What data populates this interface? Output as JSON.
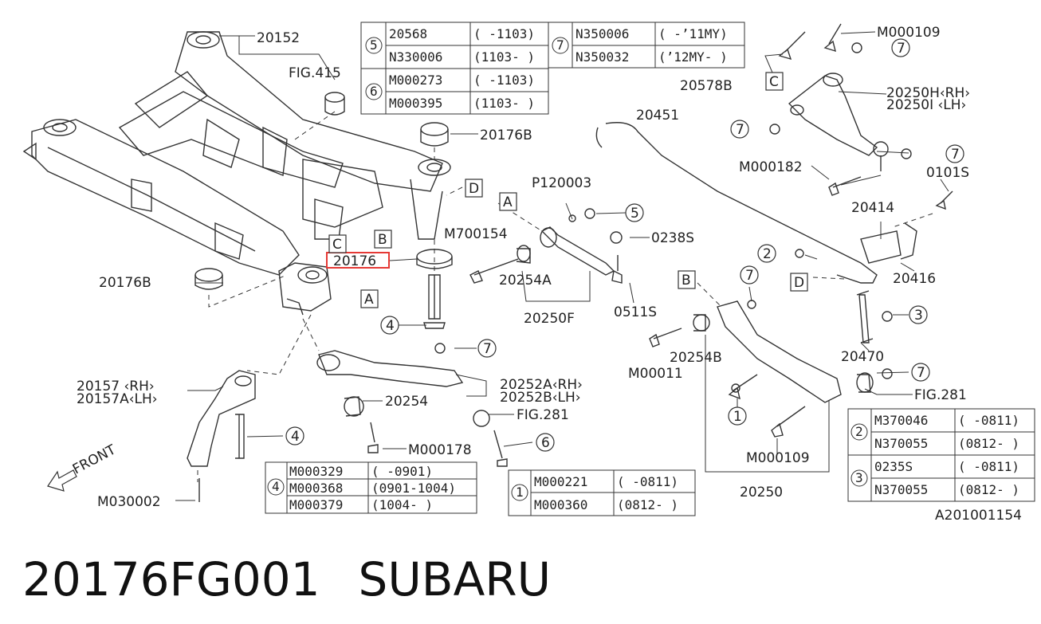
{
  "highlight": {
    "text": "20176",
    "color": "#e53935"
  },
  "labels": {
    "l20152": "20152",
    "fig415": "FIG.415",
    "l20176b_top": "20176B",
    "l20176b_left": "20176B",
    "p120003": "P120003",
    "m700154": "M700154",
    "l0238s": "0238S",
    "l20254a": "20254A",
    "l20250f": "20250F",
    "l0511s": "0511S",
    "l20451": "20451",
    "m000109_top": "M000109",
    "l20578b": "20578B",
    "l20250h": "20250H‹RH›",
    "l20250i": "20250I ‹LH›",
    "m000182": "M000182",
    "l0101s": "0101S",
    "l20414": "20414",
    "l20416": "20416",
    "l20157": "20157  ‹RH›",
    "l20157a": "20157A‹LH›",
    "m030002": "M030002",
    "l20254": "20254",
    "m000178": "M000178",
    "fig281_mid": "FIG.281",
    "l20252a": "20252A‹RH›",
    "l20252b": "20252B‹LH›",
    "m00011": "M00011",
    "l20254b": "20254B",
    "m000109_bot": "M000109",
    "l20250": "20250",
    "l20470": "20470",
    "fig281_right": "FIG.281",
    "front": "FRONT",
    "ref": "A201001154"
  },
  "letters": {
    "a1": "A",
    "a2": "A",
    "b1": "B",
    "b2": "B",
    "c1": "C",
    "c2": "C",
    "d1": "D",
    "d2": "D"
  },
  "tables": {
    "t57": {
      "idx5": "5",
      "idx6": "6",
      "idx7": "7",
      "r1": [
        "20568",
        "( -1103)"
      ],
      "r2": [
        "N330006",
        "(1103- )"
      ],
      "r3": [
        "M000273",
        "( -1103)"
      ],
      "r4": [
        "M000395",
        "(1103- )"
      ],
      "r5": [
        "N350006",
        "( -’11MY)"
      ],
      "r6": [
        "N350032",
        "(’12MY- )"
      ]
    },
    "t4": {
      "idx": "4",
      "r1": [
        "M000329",
        "( -0901)"
      ],
      "r2": [
        "M000368",
        "(0901-1004)"
      ],
      "r3": [
        "M000379",
        "(1004- )"
      ]
    },
    "t1": {
      "idx": "1",
      "r1": [
        "M000221",
        "( -0811)"
      ],
      "r2": [
        "M000360",
        "(0812- )"
      ]
    },
    "t23": {
      "idx2": "2",
      "idx3": "3",
      "r1": [
        "M370046",
        "( -0811)"
      ],
      "r2": [
        "N370055",
        "(0812- )"
      ],
      "r3": [
        "0235S",
        "( -0811)"
      ],
      "r4": [
        "N370055",
        "(0812- )"
      ]
    }
  },
  "circles": {
    "c4a": "4",
    "c4b": "4",
    "c5": "5",
    "c7a": "7",
    "c7b": "7",
    "c7c": "7",
    "c7d": "7",
    "c7e": "7",
    "c7f": "7",
    "c6": "6",
    "c2": "2",
    "c3": "3",
    "c1": "1"
  },
  "footer": {
    "part_number": "20176FG001",
    "brand": "SUBARU"
  }
}
